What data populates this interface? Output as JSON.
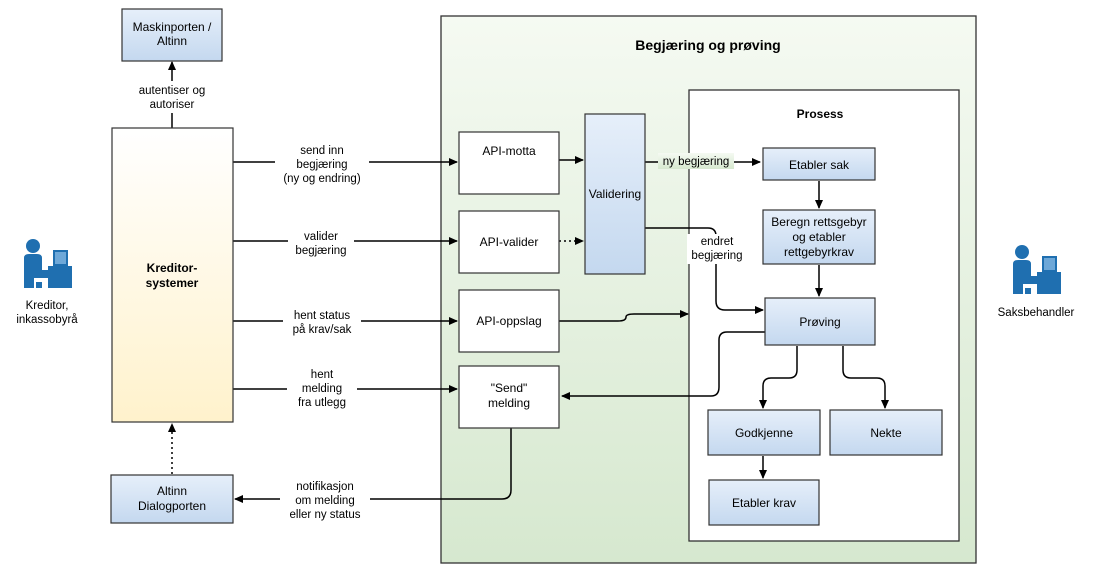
{
  "diagram": {
    "outer_title": "Begjæring og prøving",
    "inner_title": "Prosess",
    "nodes": {
      "maskinporten": [
        "Maskinporten /",
        "Altinn"
      ],
      "kreditor_systemer": [
        "Kreditor-",
        "systemer"
      ],
      "altinn_dialog": [
        "Altinn",
        "Dialogporten"
      ],
      "api_motta": [
        "API-motta"
      ],
      "api_valider": [
        "API-valider"
      ],
      "api_oppslag": [
        "API-oppslag"
      ],
      "send_melding": [
        "\"Send\"",
        "melding"
      ],
      "validering": [
        "Validering"
      ],
      "etabler_sak": [
        "Etabler sak"
      ],
      "beregn": [
        "Beregn rettsgebyr",
        "og etabler",
        "rettgebyrkrav"
      ],
      "proving": [
        "Prøving"
      ],
      "godkjenne": [
        "Godkjenne"
      ],
      "nekte": [
        "Nekte"
      ],
      "etabler_krav": [
        "Etabler krav"
      ]
    },
    "actors": {
      "kreditor": [
        "Kreditor,",
        "inkassobyrå"
      ],
      "saksbehandler": [
        "Saksbehandler"
      ]
    },
    "edge_labels": {
      "autentiser": [
        "autentiser og",
        "autoriser"
      ],
      "send_inn": [
        "send inn",
        "begjæring",
        "(ny og endring)"
      ],
      "valider": [
        "valider",
        "begjæring"
      ],
      "hent_status": [
        "hent status",
        "på krav/sak"
      ],
      "hent_melding": [
        "hent",
        "melding",
        "fra utlegg"
      ],
      "notifikasjon": [
        "notifikasjon",
        "om melding",
        "eller ny status"
      ],
      "ny_begjaering": [
        "ny begjæring"
      ],
      "endret_begjaering": [
        "endret",
        "begjæring"
      ]
    },
    "colors": {
      "outer_fill_top": "#f5faf2",
      "outer_fill_bottom": "#d6e8cf",
      "blue_fill": "#dae8fc",
      "blue_fill_dark": "#c4d8ef",
      "creditor_fill_top": "#ffffff",
      "creditor_fill_bottom": "#fff2cc",
      "actor_color": "#1f6fb0"
    },
    "icons": [
      "person-at-computer-icon",
      "person-at-computer-icon"
    ]
  }
}
